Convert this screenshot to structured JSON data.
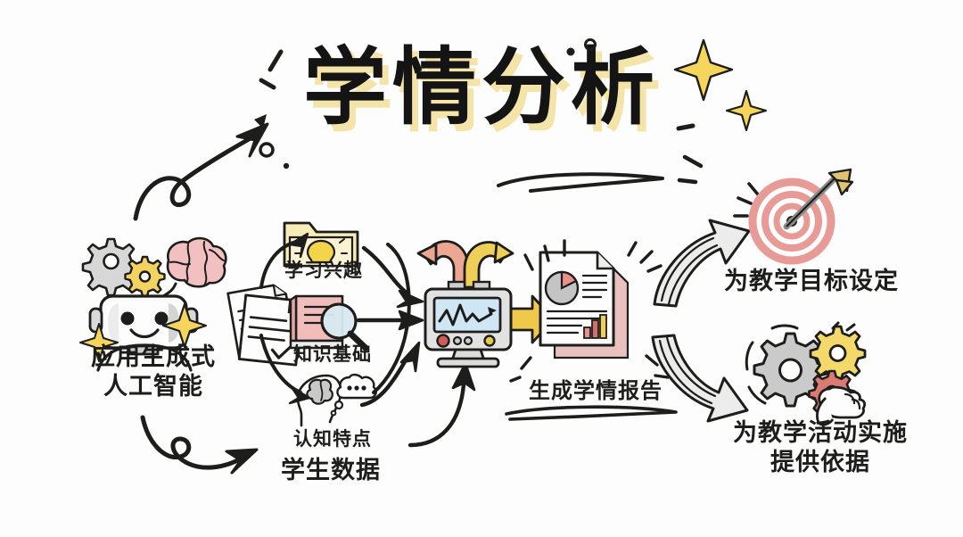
{
  "meta": {
    "kind": "hand-drawn-infographic",
    "background_color": "#fdfdfd",
    "ink_color": "#1d1d1b",
    "accent_yellow": "#f3d44a",
    "accent_pale_yellow": "#f7ebb6",
    "accent_pink": "#eb9a95",
    "accent_red": "#d9534f",
    "accent_gray": "#c9c9c9",
    "accent_blue": "#cfe6f5"
  },
  "title": {
    "text": "学情分析",
    "shadow_color": "#f5e4a8",
    "text_color": "#141414"
  },
  "nodes": {
    "ai": {
      "label": "应用生成式\n人工智能",
      "icon": "robot-head-icon",
      "decor": [
        "gear-icon",
        "small-gear-icon",
        "brain-icon",
        "sparkle-icon"
      ]
    },
    "student_data": {
      "label": "学生数据",
      "icon": "documents-stack-icon",
      "items": [
        {
          "label": "学习兴趣",
          "icon": "folder-lightbulb-icon",
          "color": "#f7ebb6"
        },
        {
          "label": "知识基础",
          "icon": "book-magnifier-icon",
          "color": "#efb9b6"
        },
        {
          "label": "认知特点",
          "icon": "head-brain-thought-icon",
          "color": "#cfcfcf"
        }
      ]
    },
    "analyzer": {
      "icon": "analysis-machine-icon",
      "screen_chart": "line-chart-icon",
      "buttons": [
        "#d45a5a",
        "#cccccc",
        "#cccccc",
        "#e8c84a"
      ],
      "top_arrows": [
        "#e8a08c",
        "#edc94a"
      ],
      "out_arrow_color": "#f0c84b"
    },
    "report": {
      "label": "生成学情报告",
      "icon": "report-document-icon",
      "underline_color": "#c96a68",
      "spark_color": "#d98a86",
      "charts": [
        "pie-chart-icon",
        "bar-chart-icon"
      ]
    },
    "outcome_goal": {
      "label": "为教学目标设定",
      "icon": "target-arrow-icon",
      "ring_color": "#e89a96"
    },
    "outcome_activity": {
      "label": "为教学活动实施\n提供依据",
      "icon": "gears-hand-icon",
      "gear_colors": [
        "#c9c9c9",
        "#f3d86a",
        "#d97b72"
      ]
    }
  },
  "connectors": {
    "curly_arrow_top": "curly-arrow-up-right-icon",
    "curly_arrow_bottom": "curly-arrow-down-right-icon",
    "fan_arrows": "three-black-arrows-to-analyzer",
    "feedback_arrow": "black-arrow-up-from-student-data",
    "block_arrow_up": "gray-block-arrow-up-right-icon",
    "block_arrow_down": "gray-block-arrow-down-right-icon"
  }
}
